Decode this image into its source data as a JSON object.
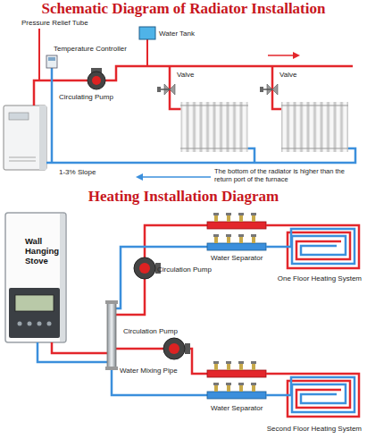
{
  "diagram": {
    "title": "Schematic Diagram of Radiator Installation",
    "nodes": [
      {
        "text": [
          "Wall Hanging Stove"
        ]
      }
    ],
    "labels": [
      "Pressure Relief Tube",
      "Water Tank",
      "Temperature Controller",
      "Circulating Pump",
      "Valve",
      "Valve",
      "1-3% Slope",
      "The bottom of the radiator is higher than the return port of the furnace",
      "Heating Installation Diagram",
      "Water Separator",
      "One Floor Heating System",
      "Circulation Pump",
      "Circulation Pump",
      "Water Mixing Pipe",
      "Water Separator",
      "Second Floor Heating System"
    ]
  }
}
